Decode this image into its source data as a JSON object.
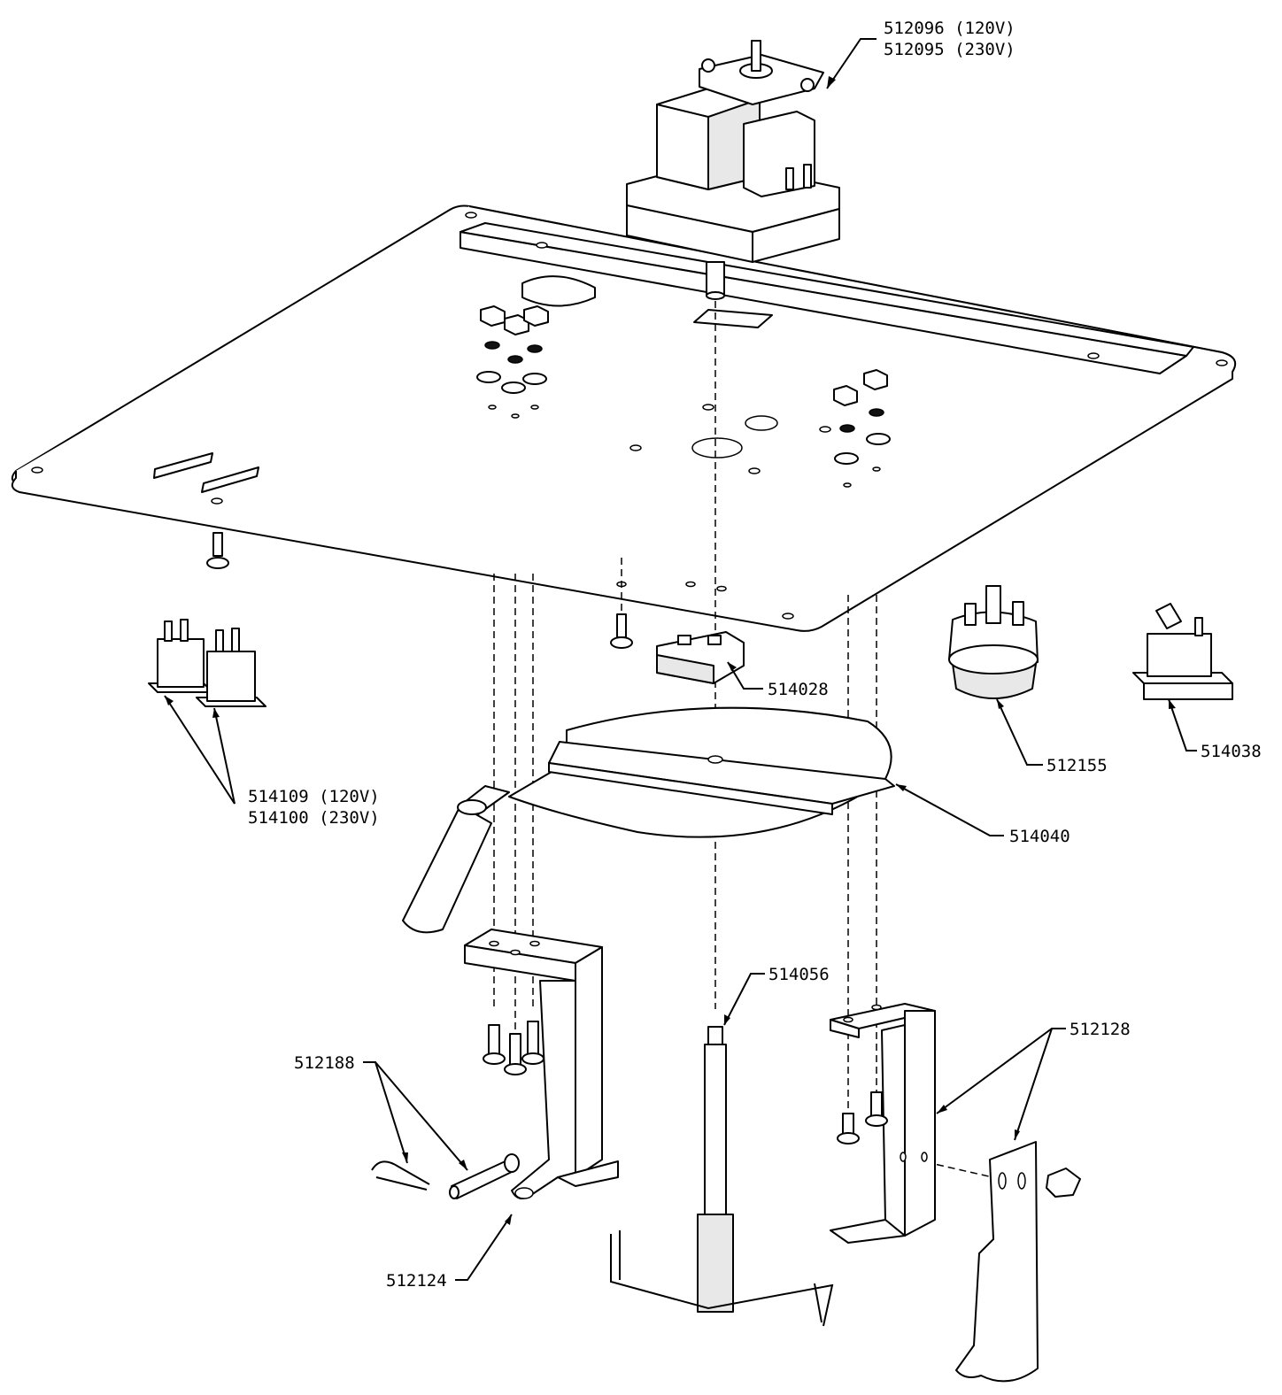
{
  "callouts": {
    "motor_120v": "512096 (120V)",
    "motor_230v": "512095 (230V)",
    "switch_120v": "514109 (120V)",
    "switch_230v": "514100 (230V)",
    "clip": "514028",
    "knob": "512155",
    "rocker": "514038",
    "baffle": "514040",
    "shaft": "514056",
    "bracket_right": "512128",
    "pins": "512188",
    "bracket_left": "512124"
  }
}
